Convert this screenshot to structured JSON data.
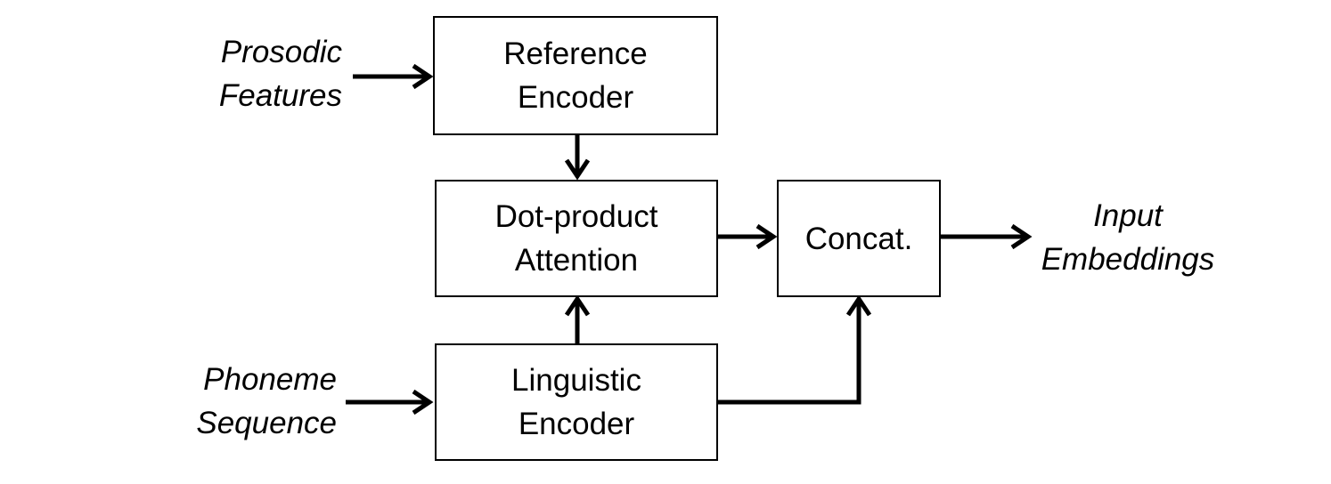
{
  "diagram": {
    "blocks": {
      "reference_encoder": {
        "line1": "Reference",
        "line2": "Encoder"
      },
      "attention": {
        "line1": "Dot-product",
        "line2": "Attention"
      },
      "linguistic_encoder": {
        "line1": "Linguistic",
        "line2": "Encoder"
      },
      "concat": {
        "label": "Concat."
      }
    },
    "inputs": {
      "prosodic": {
        "line1": "Prosodic",
        "line2": "Features"
      },
      "phoneme": {
        "line1": "Phoneme",
        "line2": "Sequence"
      }
    },
    "output": {
      "line1": "Input",
      "line2": "Embeddings"
    }
  }
}
